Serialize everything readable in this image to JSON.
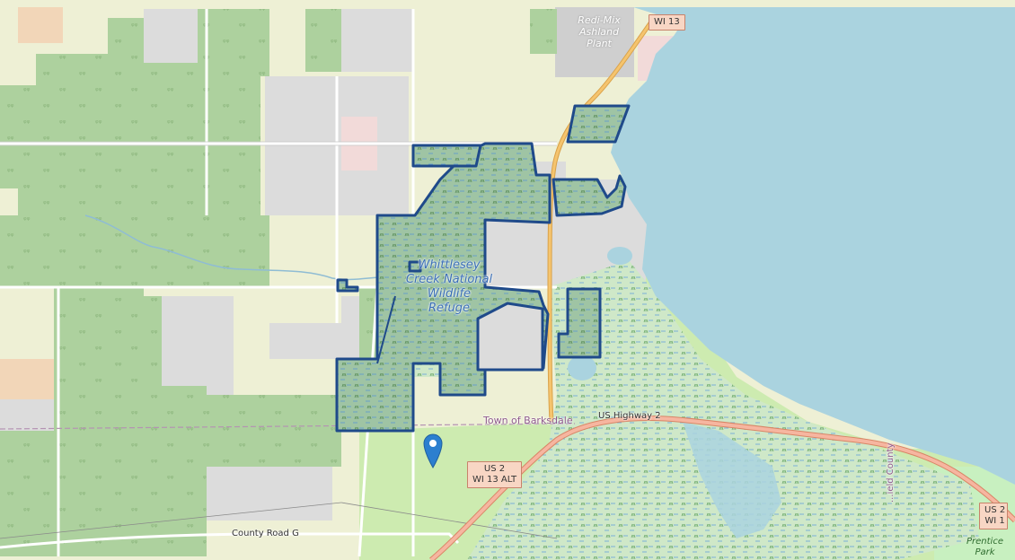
{
  "map": {
    "refuge_label": [
      "Whittlesey",
      "Creek National",
      "Wildlife",
      "Refuge"
    ],
    "plant_label": [
      "Redi-Mix",
      "Ashland",
      "Plant"
    ],
    "town_label": "Town of Barksdale",
    "highway_label": "US Highway 2",
    "county_road_label": "County Road G",
    "park_label": [
      "Prentice",
      "Park"
    ],
    "county_label": "...ield County",
    "shields": {
      "wi13": "WI 13",
      "us2_primary": "US 2",
      "wi13alt": "WI 13 ALT",
      "us2_edge": "US 2",
      "wi1_edge": "WI 1"
    },
    "colors": {
      "water": "#aad3df",
      "forest": "#add19e",
      "farmland": "#eef0d5",
      "meadow": "#cdebb0",
      "wetland": "#d2e9cf",
      "refuge_border": "#1f4a8a",
      "highway": "#f6b6a0",
      "trunk": "#f5c46e"
    },
    "marker_icon": "map-pin-icon"
  }
}
